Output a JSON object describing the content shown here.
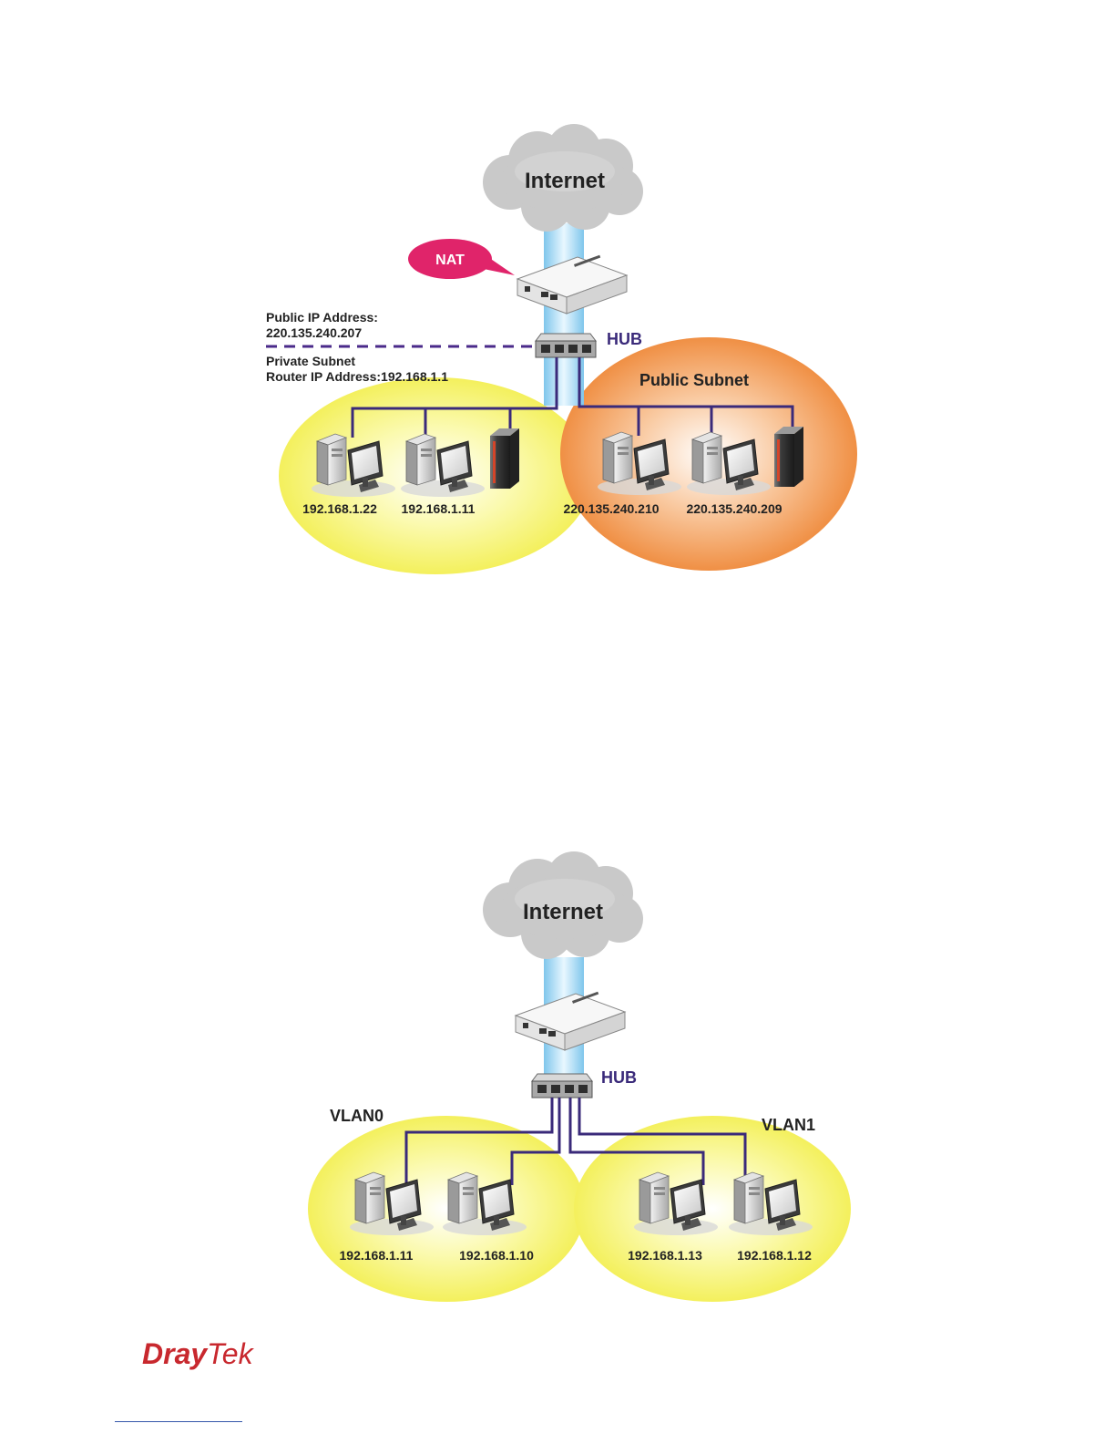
{
  "diagram_top": {
    "cloud_label": "Internet",
    "nat_label": "NAT",
    "hub_label": "HUB",
    "public_ip_title": "Public IP Address:",
    "public_ip_value": "220.135.240.207",
    "private_subnet_title": "Private Subnet",
    "private_router_ip": "Router IP Address:192.168.1.1",
    "public_subnet_label": "Public Subnet",
    "hosts_private": [
      "192.168.1.22",
      "192.168.1.11"
    ],
    "hosts_public": [
      "220.135.240.210",
      "220.135.240.209"
    ]
  },
  "diagram_bottom": {
    "cloud_label": "Internet",
    "hub_label": "HUB",
    "vlan0_label": "VLAN0",
    "vlan1_label": "VLAN1",
    "hosts_vlan0": [
      "192.168.1.11",
      "192.168.1.10"
    ],
    "hosts_vlan1": [
      "192.168.1.13",
      "192.168.1.12"
    ]
  },
  "footer": {
    "brand_part1": "Dray",
    "brand_part2": "Tek"
  },
  "colors": {
    "private_zone": "#f4f05a",
    "public_zone": "#f08a3c",
    "cable": "#3a2a7a",
    "nat_bubble": "#e0246a",
    "brand": "#c8282e",
    "cloud": "#c9c9c9"
  }
}
